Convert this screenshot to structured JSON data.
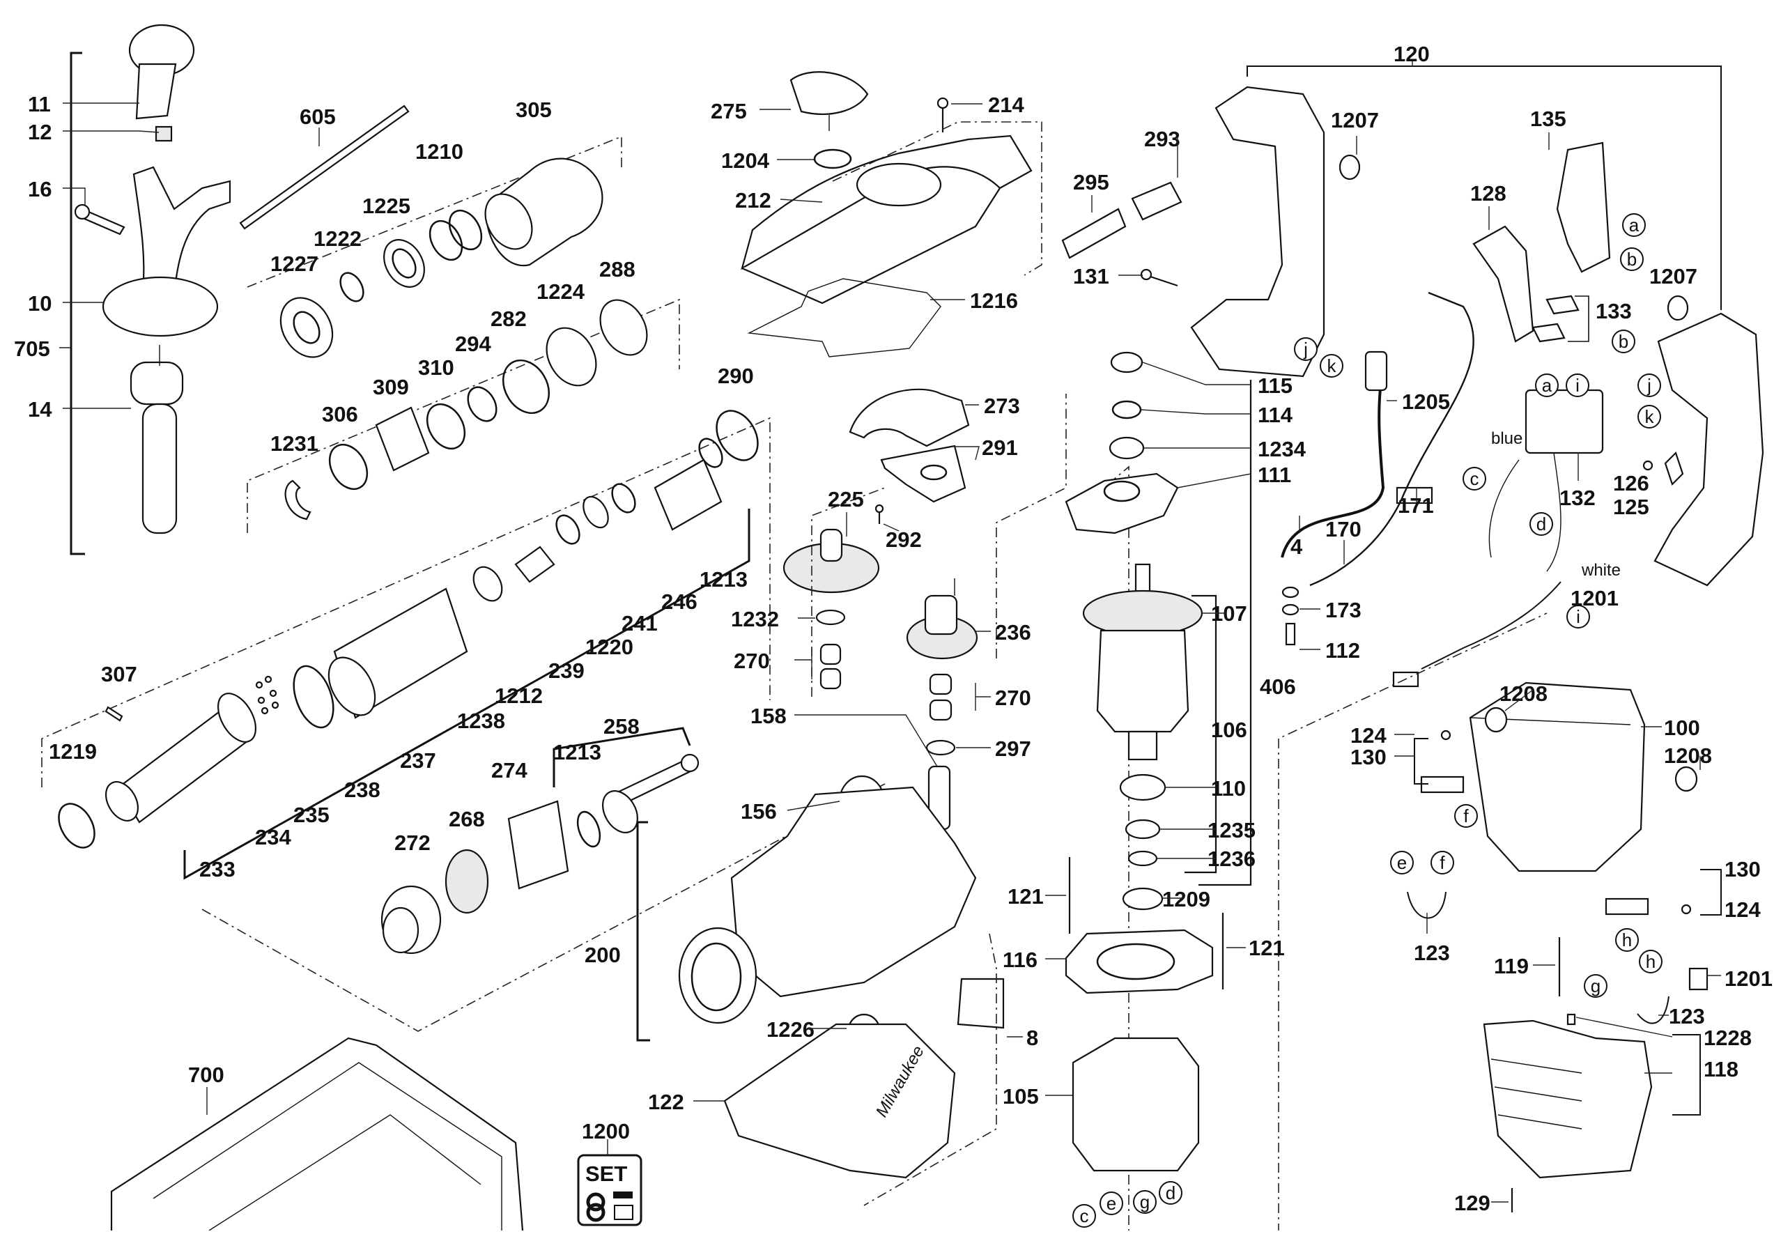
{
  "diagram": {
    "title": "Rotary hammer exploded parts diagram",
    "part_labels": {
      "p11": "11",
      "p12": "12",
      "p16": "16",
      "p10": "10",
      "p705": "705",
      "p14": "14",
      "p605": "605",
      "p305": "305",
      "p1210": "1210",
      "p1225": "1225",
      "p1222": "1222",
      "p1227": "1227",
      "p288": "288",
      "p1224": "1224",
      "p282": "282",
      "p294": "294",
      "p310": "310",
      "p309": "309",
      "p306": "306",
      "p1231": "1231",
      "p290": "290",
      "p1213a": "1213",
      "p246": "246",
      "p241": "241",
      "p1220": "1220",
      "p239": "239",
      "p1212": "1212",
      "p1238": "1238",
      "p307": "307",
      "p1219": "1219",
      "p237": "237",
      "p238": "238",
      "p235": "235",
      "p234": "234",
      "p233": "233",
      "p258": "258",
      "p1213b": "1213",
      "p274": "274",
      "p268": "268",
      "p272": "272",
      "p275": "275",
      "p214": "214",
      "p1204": "1204",
      "p212": "212",
      "p1216": "1216",
      "p273": "273",
      "p291": "291",
      "p225": "225",
      "p292": "292",
      "p1232": "1232",
      "p236": "236",
      "p270a": "270",
      "p270b": "270",
      "p158": "158",
      "p297": "297",
      "p156": "156",
      "p200": "200",
      "p1226": "1226",
      "p8": "8",
      "p122": "122",
      "p700": "700",
      "p1200": "1200",
      "p120": "120",
      "p293": "293",
      "p1207a": "1207",
      "p295": "295",
      "p131": "131",
      "p135": "135",
      "p128": "128",
      "p1207b": "1207",
      "p133": "133",
      "p115": "115",
      "p114": "114",
      "p1234": "1234",
      "p111": "111",
      "p1205": "1205",
      "p171": "171",
      "p4": "4",
      "p170": "170",
      "p173": "173",
      "p112": "112",
      "p107": "107",
      "p406": "406",
      "p106": "106",
      "p110": "110",
      "p1235": "1235",
      "p1236": "1236",
      "p121a": "121",
      "p1209": "1209",
      "p116": "116",
      "p121b": "121",
      "p105": "105",
      "p132": "132",
      "p126": "126",
      "p125": "125",
      "p1201a": "1201",
      "p1208a": "1208",
      "p100": "100",
      "p1208b": "1208",
      "p124a": "124",
      "p130a": "130",
      "p130b": "130",
      "p124b": "124",
      "p123a": "123",
      "p119": "119",
      "p1201b": "1201",
      "p123b": "123",
      "p1228": "1228",
      "p118": "118",
      "p129": "129"
    },
    "wire_labels": {
      "blue": "blue",
      "white": "white"
    },
    "connector_markers": {
      "a1": "a",
      "b1": "b",
      "a2": "a",
      "i1": "i",
      "j1": "j",
      "k1": "k",
      "b2": "b",
      "j2": "j",
      "k2": "k",
      "c1": "c",
      "d1": "d",
      "i2": "i",
      "f1": "f",
      "e1": "e",
      "f2": "f",
      "h1": "h",
      "h2": "h",
      "g1": "g",
      "c2": "c",
      "e2": "e",
      "g2": "g",
      "d2": "d"
    },
    "set_badge": {
      "text": "SET"
    },
    "brand_marks": {
      "housing_logo": "Milwaukee"
    }
  }
}
